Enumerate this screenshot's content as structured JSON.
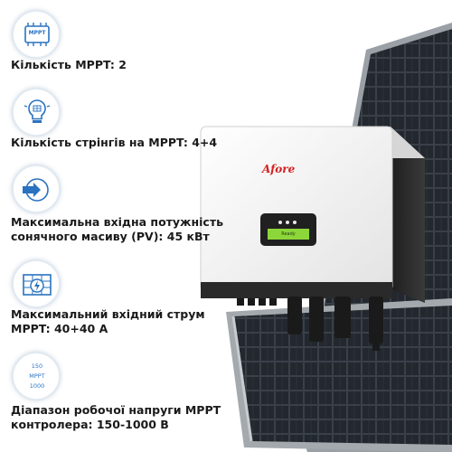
{
  "features": [
    {
      "icon": "mppt-board-icon",
      "board_text": "MPPT",
      "label_lines": [
        "Кількість MPPT: 2"
      ]
    },
    {
      "icon": "solar-bulb-icon",
      "label_lines": [
        "Кількість стрінгів на MPPT: 4+4"
      ]
    },
    {
      "icon": "power-input-icon",
      "label_lines": [
        "Максимальна вхідна потужність",
        "сонячного масиву (PV): 45 кВт"
      ]
    },
    {
      "icon": "solar-panel-bolt-icon",
      "label_lines": [
        "Максимальний вхідний струм",
        "MPPT: 40+40 А"
      ]
    },
    {
      "icon": "voltage-range-icon",
      "range_top": "150",
      "range_mid": "MPPT",
      "range_bottom": "1000",
      "label_lines": [
        "Діапазон робочої напруги MPPT",
        "контролера: 150-1000 В"
      ]
    }
  ],
  "product": {
    "brand": "Afore",
    "display_text": "Ready"
  },
  "colors": {
    "accent": "#2a73c0",
    "text": "#1a1a1a",
    "inverter_body": "#f2f2f2",
    "panel_cell": "#1c2026"
  }
}
